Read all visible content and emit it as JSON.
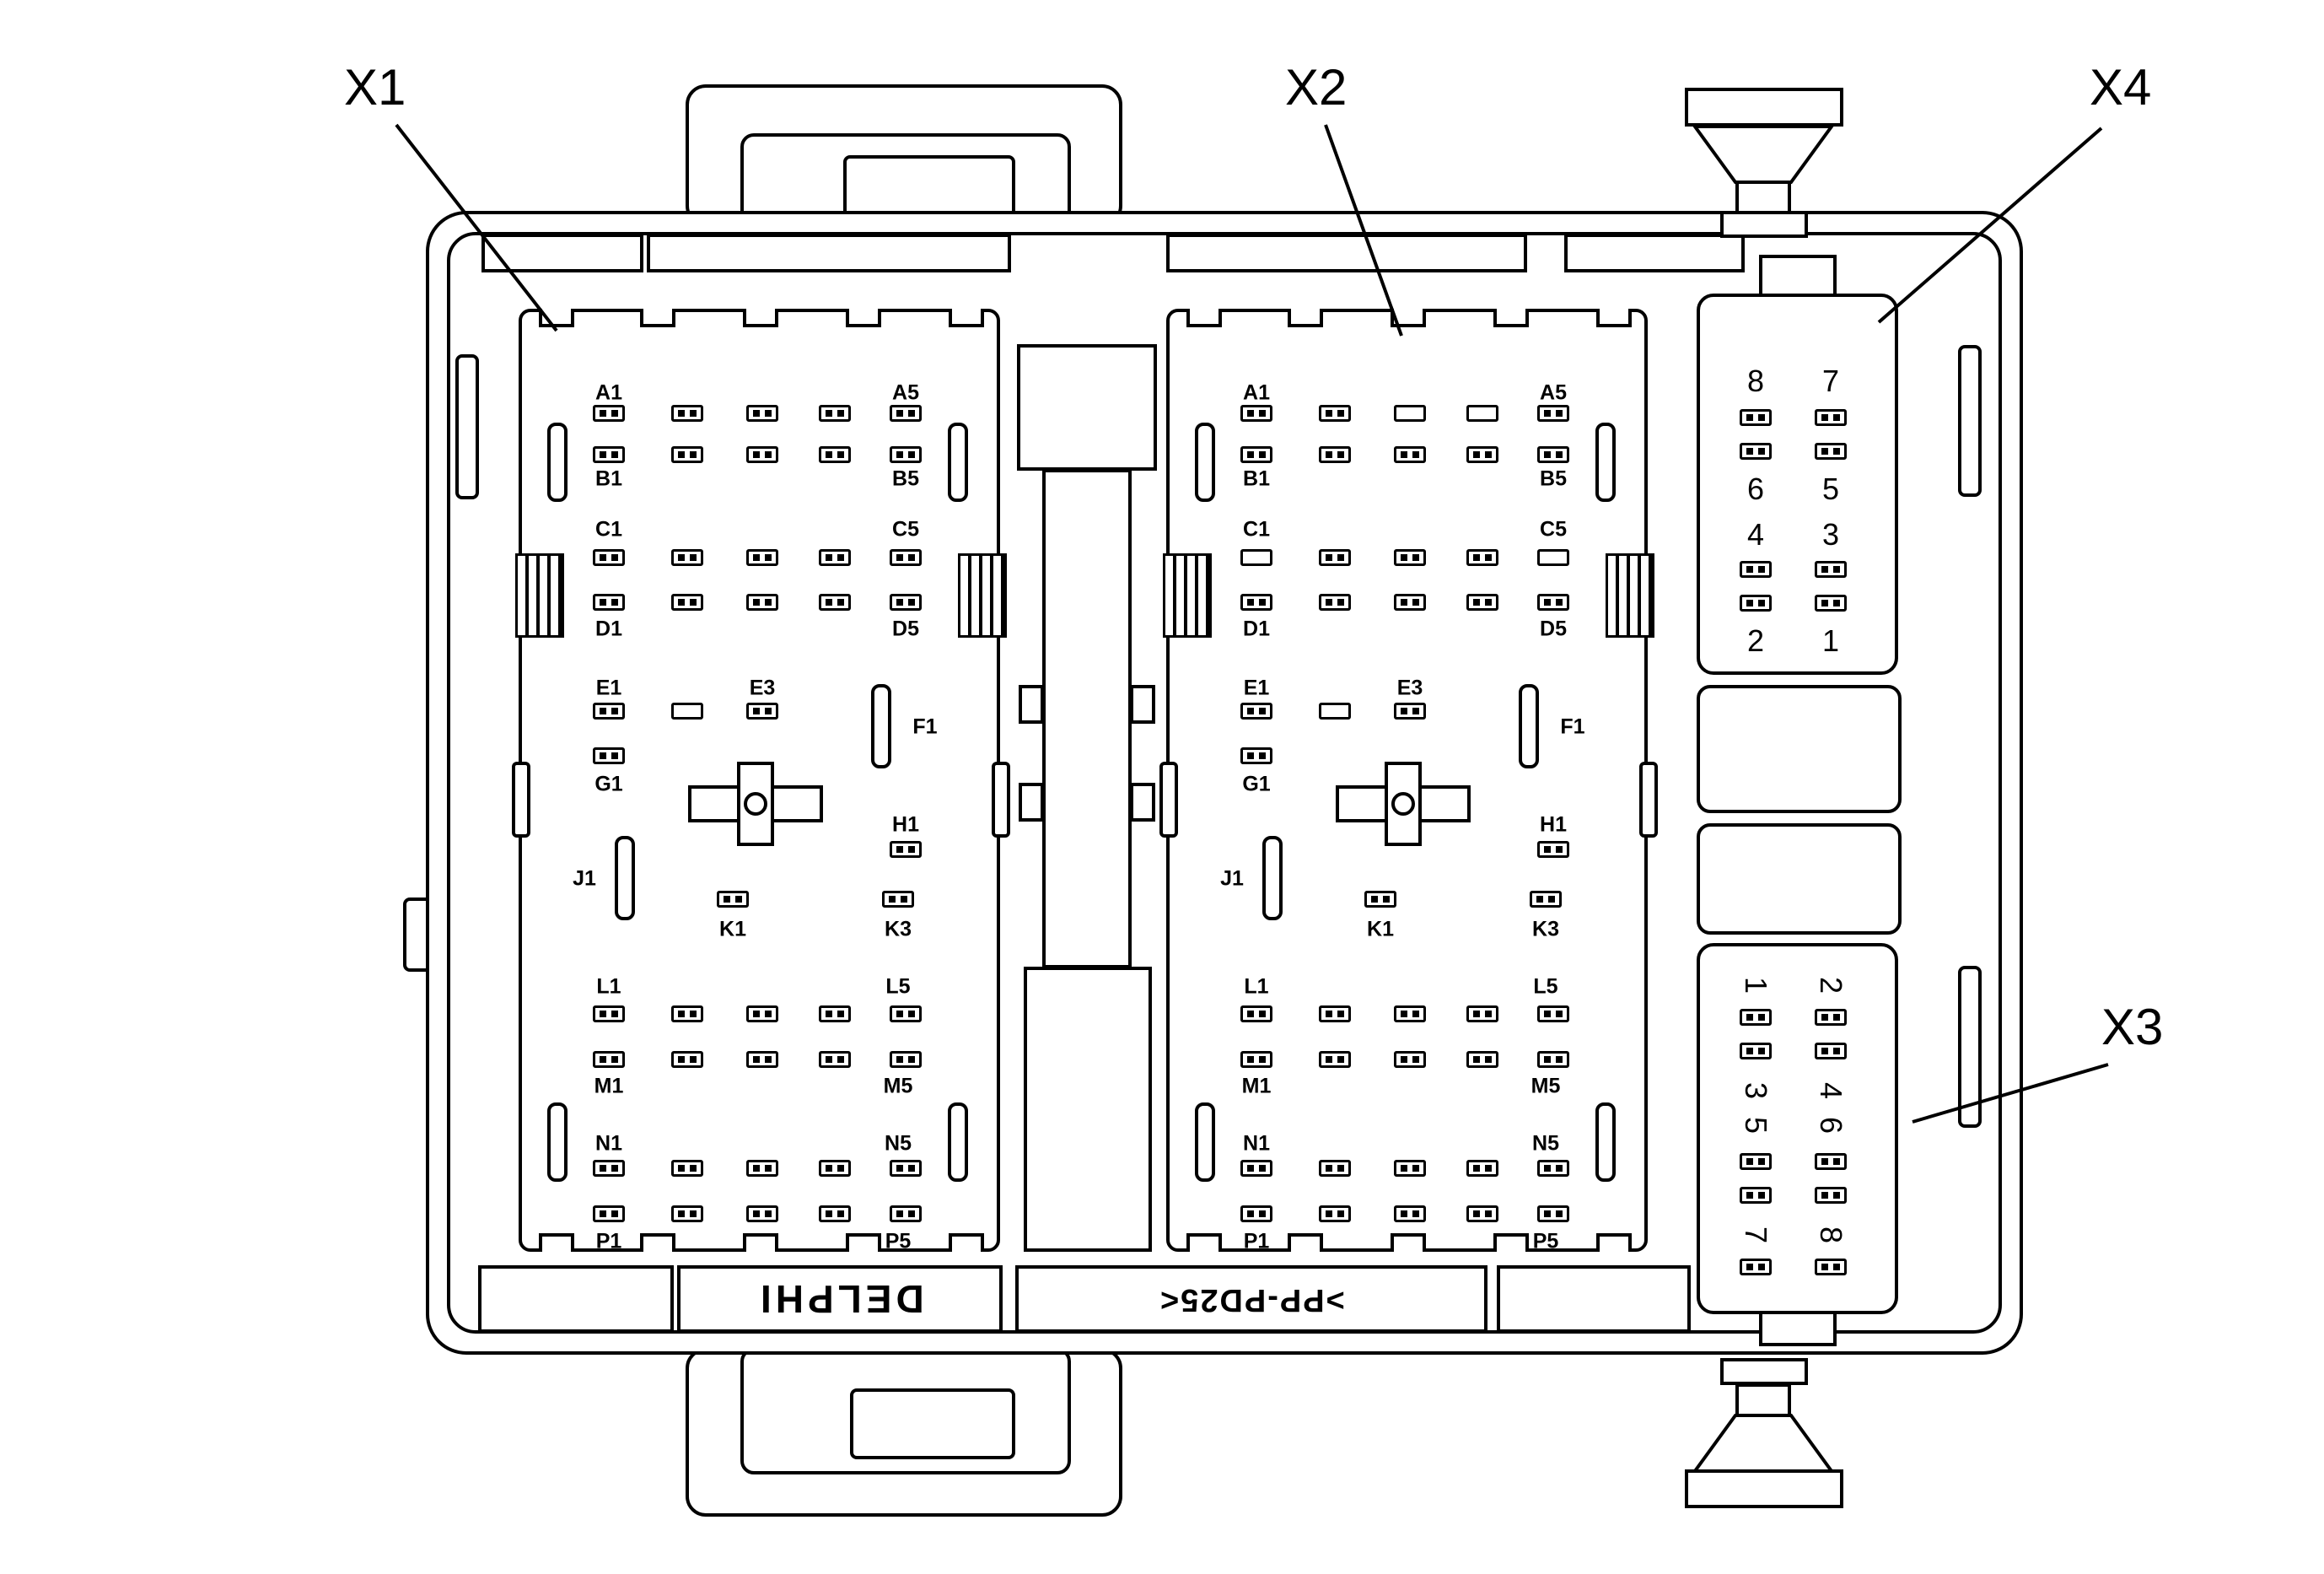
{
  "connectors": {
    "x1": {
      "label": "X1",
      "pin_labels": [
        "A1",
        "A5",
        "B1",
        "B5",
        "C1",
        "C5",
        "D1",
        "D5",
        "E1",
        "E3",
        "F1",
        "G1",
        "H1",
        "J1",
        "K1",
        "K3",
        "L1",
        "L5",
        "M1",
        "M5",
        "N1",
        "N5",
        "P1",
        "P5"
      ]
    },
    "x2": {
      "label": "X2",
      "pin_labels": [
        "A1",
        "A5",
        "B1",
        "B5",
        "C1",
        "C5",
        "D1",
        "D5",
        "E1",
        "E3",
        "F1",
        "G1",
        "H1",
        "J1",
        "K1",
        "K3",
        "L1",
        "L5",
        "M1",
        "M5",
        "N1",
        "N5",
        "P1",
        "P5"
      ]
    },
    "x4": {
      "label": "X4",
      "pin_numbers": [
        "8",
        "7",
        "6",
        "5",
        "4",
        "3",
        "2",
        "1"
      ]
    },
    "x3": {
      "label": "X3",
      "pin_numbers": [
        "1",
        "2",
        "3",
        "4",
        "5",
        "6",
        "7",
        "8"
      ]
    }
  },
  "markings": {
    "manufacturer": "DELPHI",
    "part_code": ">PP-PD25<"
  },
  "colors": {
    "line": "#000000",
    "background": "#ffffff"
  }
}
